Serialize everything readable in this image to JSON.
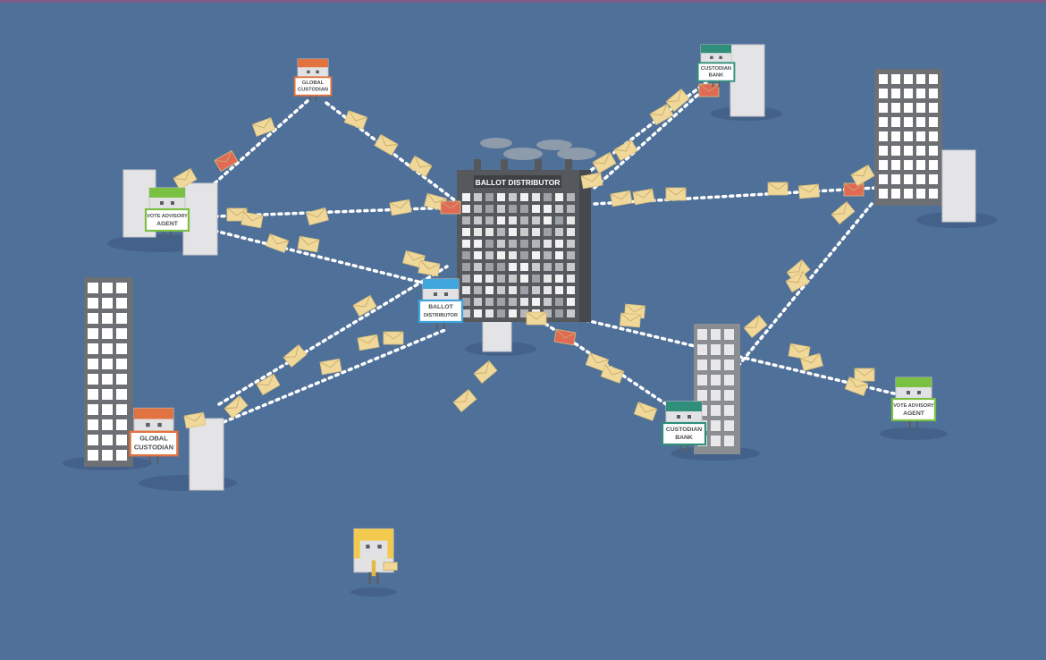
{
  "colors": {
    "background": "#4f7099",
    "building_dark": "#6c6f74",
    "building_light": "#e4e4e6",
    "envelope": "#f0d89a",
    "envelope_red": "#e06a55",
    "moon": "#e8f0a0",
    "dotted_line": "#ffffff"
  },
  "central_building": {
    "label": "BALLOT DISTRIBUTOR"
  },
  "characters": [
    {
      "id": "global-custodian-top",
      "sign": [
        "GLOBAL",
        "CUSTODIAN"
      ],
      "hair": "#e0733f",
      "sign_color": "#e0733f"
    },
    {
      "id": "custodian-bank-top",
      "sign": [
        "CUSTODIAN",
        "BANK"
      ],
      "hair": "#2f8f7a",
      "sign_color": "#2f8f7a"
    },
    {
      "id": "vote-advisory-agent-left",
      "sign": [
        "VOTE ADVISORY",
        "AGENT"
      ],
      "hair": "#7ac143",
      "sign_color": "#7ac143"
    },
    {
      "id": "ballot-distributor-person",
      "sign": [
        "BALLOT",
        "DISTRIBUTOR"
      ],
      "hair": "#3ea6dc",
      "sign_color": "#3ea6dc"
    },
    {
      "id": "global-custodian-bottom",
      "sign": [
        "GLOBAL",
        "CUSTODIAN"
      ],
      "hair": "#e0733f",
      "sign_color": "#e0733f"
    },
    {
      "id": "custodian-bank-bottom",
      "sign": [
        "CUSTODIAN",
        "BANK"
      ],
      "hair": "#2f8f7a",
      "sign_color": "#2f8f7a"
    },
    {
      "id": "vote-advisory-agent-right",
      "sign": [
        "VOTE ADVISORY",
        "AGENT"
      ],
      "hair": "#7ac143",
      "sign_color": "#7ac143"
    },
    {
      "id": "investor",
      "sign": [],
      "hair": "#f2c94c",
      "sign_color": ""
    }
  ],
  "icons": [
    "moon-icon",
    "smoke-icon",
    "envelope-icon"
  ]
}
